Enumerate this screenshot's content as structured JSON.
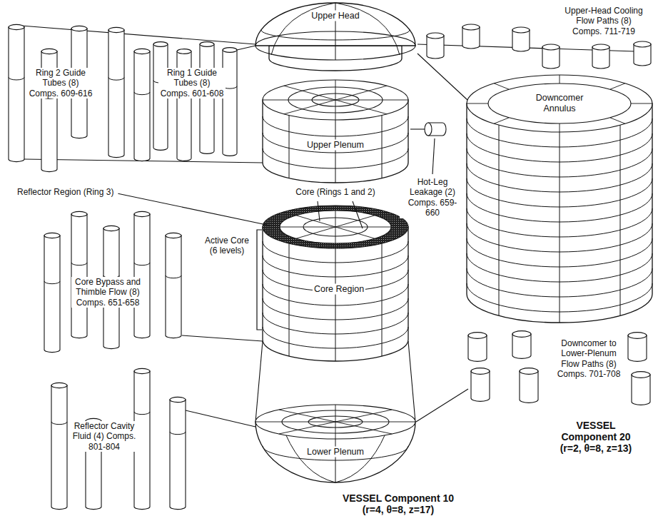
{
  "diagram": {
    "nodes": [
      {
        "text": [
          "Upper Head"
        ]
      },
      {
        "text": [
          "Upper Plenum"
        ]
      },
      {
        "text": [
          "Core Region"
        ]
      },
      {
        "text": [
          "Lower Plenum"
        ]
      },
      {
        "text": [
          "Downcomer Annulus"
        ]
      }
    ],
    "labels": [
      "Ring 2 Guide Tubes (8) Comps. 609-616",
      "Ring 1 Guide Tubes (8) Comps. 601-608",
      "Upper-Head Cooling Flow Paths (8) Comps. 711-719",
      "Reflector Region (Ring 3)",
      "Hot-Leg Leakage (2) Comps. 659-660",
      "Core (Rings 1 and 2)",
      "Core Bypass and Thimble Flow (8) Comps. 651-658",
      "Active Core (6 levels)",
      "Downcomer to Lower-Plenum Flow Paths (8) Comps. 701-708",
      "Reflector Cavity Fluid (4) Comps. 801-804",
      "VESSEL Component 20 (r=2, θ=8, z=13)",
      "VESSEL Component 10 (r=4, θ=8, z=17)"
    ]
  }
}
